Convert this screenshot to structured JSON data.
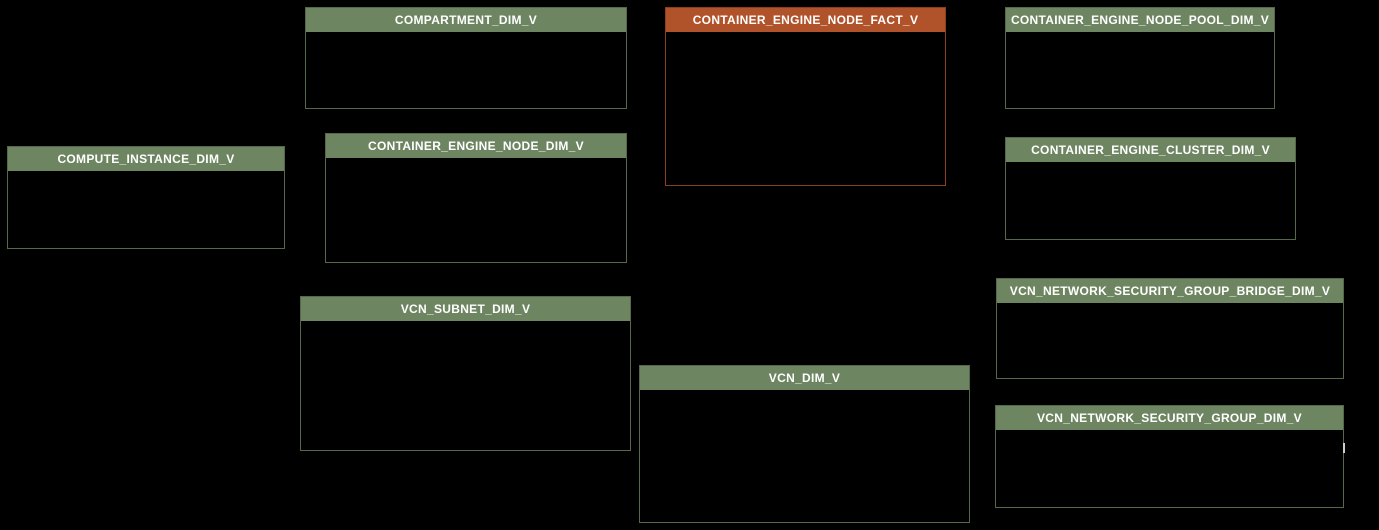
{
  "diagram": {
    "background_color": "#000000",
    "colors": {
      "dim_header": "#6e8561",
      "dim_border": "#566849",
      "fact_header": "#b1532a",
      "fact_border": "#8c3e1d",
      "title_text": "#ffffff"
    },
    "tables": [
      {
        "name": "COMPARTMENT_DIM_V",
        "type": "dimension"
      },
      {
        "name": "CONTAINER_ENGINE_NODE_FACT_V",
        "type": "fact"
      },
      {
        "name": "CONTAINER_ENGINE_NODE_POOL_DIM_V",
        "type": "dimension"
      },
      {
        "name": "COMPUTE_INSTANCE_DIM_V",
        "type": "dimension"
      },
      {
        "name": "CONTAINER_ENGINE_NODE_DIM_V",
        "type": "dimension"
      },
      {
        "name": "CONTAINER_ENGINE_CLUSTER_DIM_V",
        "type": "dimension"
      },
      {
        "name": "VCN_SUBNET_DIM_V",
        "type": "dimension"
      },
      {
        "name": "VCN_NETWORK_SECURITY_GROUP_BRIDGE_DIM_V",
        "type": "dimension"
      },
      {
        "name": "VCN_DIM_V",
        "type": "dimension"
      },
      {
        "name": "VCN_NETWORK_SECURITY_GROUP_DIM_V",
        "type": "dimension"
      }
    ]
  }
}
